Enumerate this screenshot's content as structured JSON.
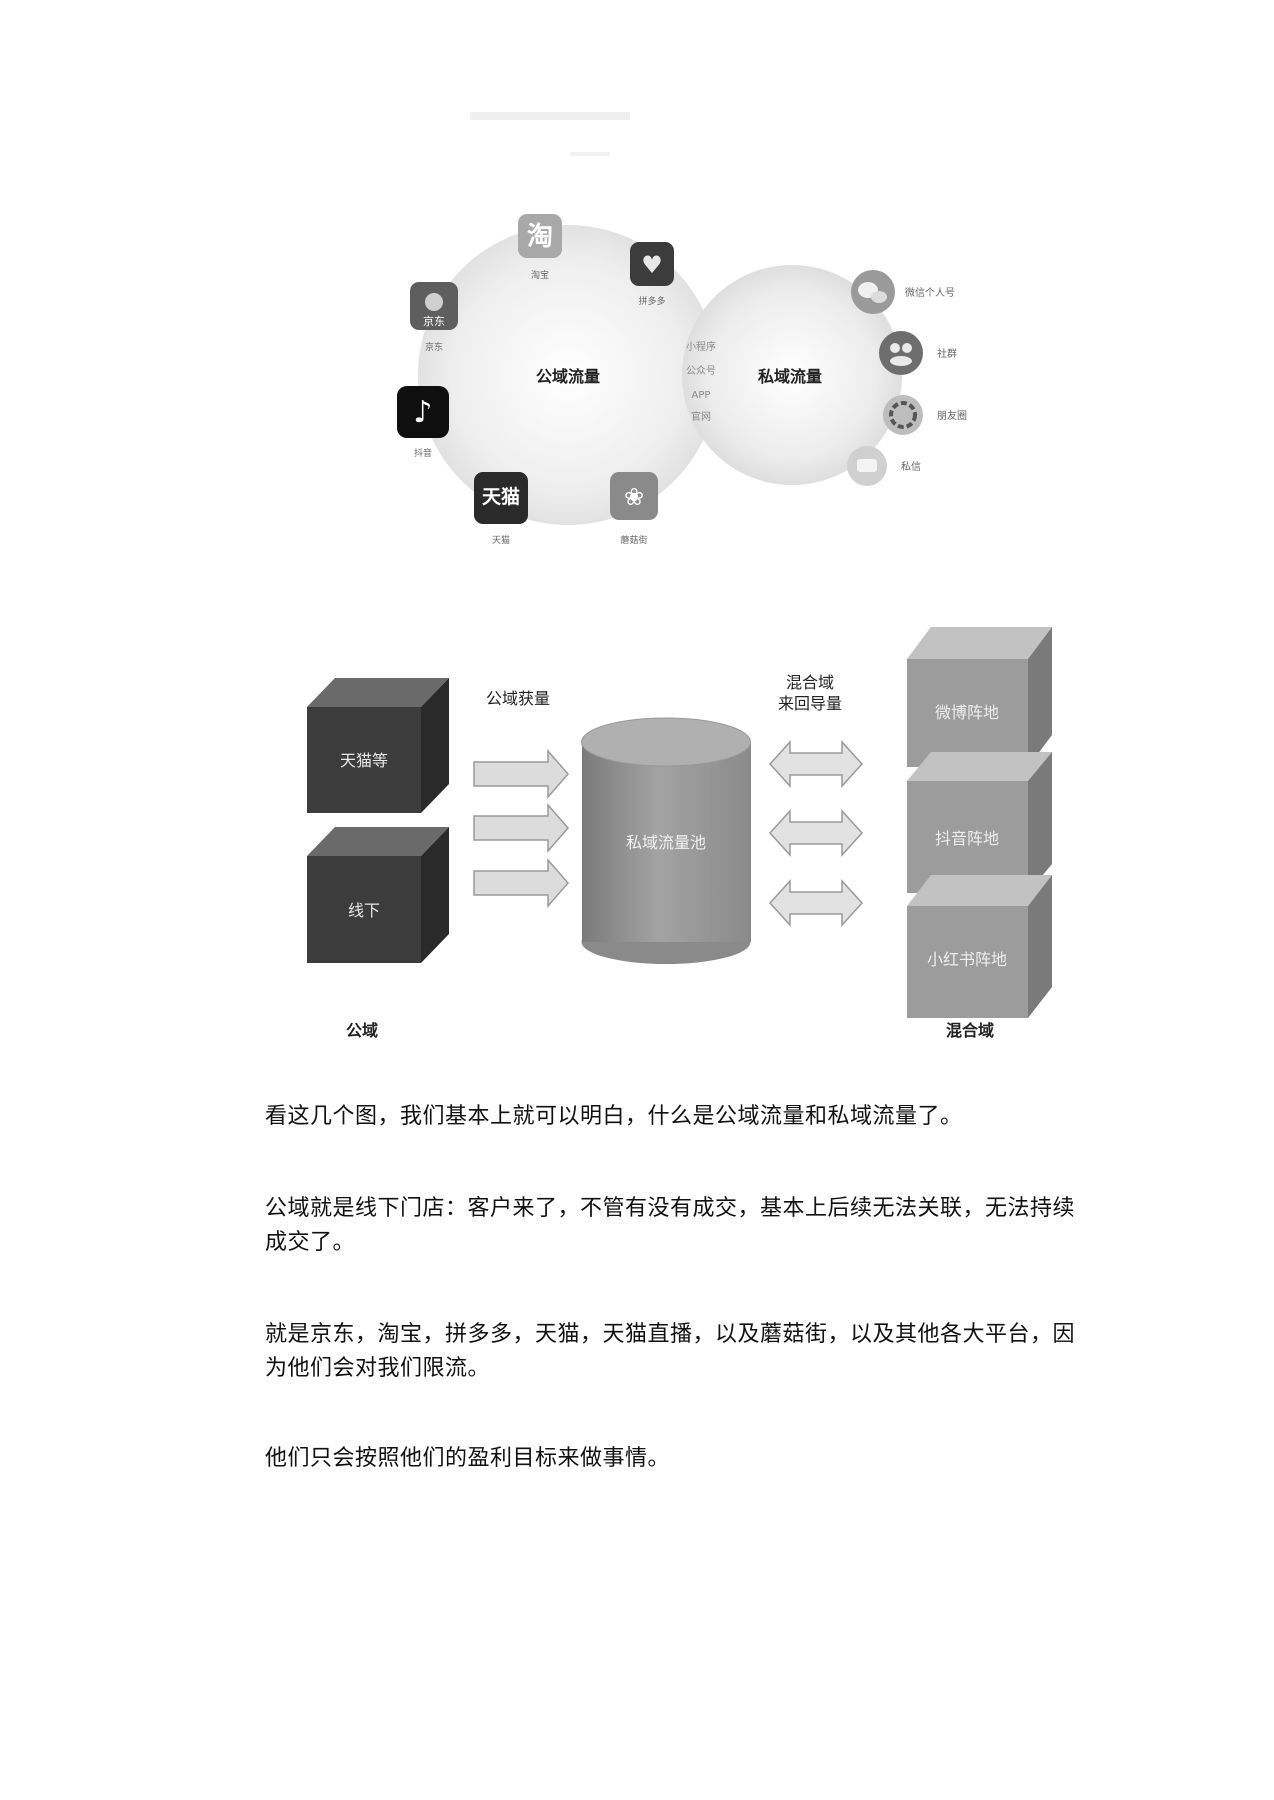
{
  "header_faint_text": "",
  "venn": {
    "left_label": "公域流量",
    "right_label": "私域流量",
    "overlap_items": [
      "小程序",
      "公众号",
      "APP",
      "官网"
    ],
    "public_apps": [
      {
        "name": "淘宝",
        "icon": "taobao-icon",
        "glyph": "淘"
      },
      {
        "name": "拼多多",
        "icon": "pinduoduo-icon",
        "glyph": "♥"
      },
      {
        "name": "京东",
        "icon": "jd-icon",
        "glyph": "京东"
      },
      {
        "name": "抖音",
        "icon": "douyin-icon",
        "glyph": "♪"
      },
      {
        "name": "天猫",
        "icon": "tmall-icon",
        "glyph": "天猫"
      },
      {
        "name": "蘑菇街",
        "icon": "mogujie-icon",
        "glyph": "❀"
      }
    ],
    "private_channels": [
      {
        "name": "微信个人号",
        "icon": "wechat-icon"
      },
      {
        "name": "社群",
        "icon": "community-icon"
      },
      {
        "name": "朋友圈",
        "icon": "moments-icon"
      },
      {
        "name": "私信",
        "icon": "message-icon"
      }
    ]
  },
  "flow": {
    "public_boxes": [
      "天猫等",
      "线下"
    ],
    "public_caption": "公域获量",
    "pool_label": "私域流量池",
    "mixed_caption_line1": "混合域",
    "mixed_caption_line2": "来回导量",
    "mixed_boxes": [
      "微博阵地",
      "抖音阵地",
      "小红书阵地"
    ],
    "public_domain_label": "公域",
    "mixed_domain_label": "混合域"
  },
  "paragraphs": [
    "看这几个图，我们基本上就可以明白，什么是公域流量和私域流量了。",
    "公域就是线下门店：客户来了，不管有没有成交，基本上后续无法关联，无法持续成交了。",
    "就是京东，淘宝，拼多多，天猫，天猫直播，以及蘑菇街，以及其他各大平台，因为他们会对我们限流。",
    "他们只会按照他们的盈利目标来做事情。"
  ],
  "colors": {
    "venn_fill": "#e6e6e6",
    "dark_box": "#3a3a3a",
    "mid_box": "#9a9a9a",
    "cylinder": "#8f8f8f"
  }
}
